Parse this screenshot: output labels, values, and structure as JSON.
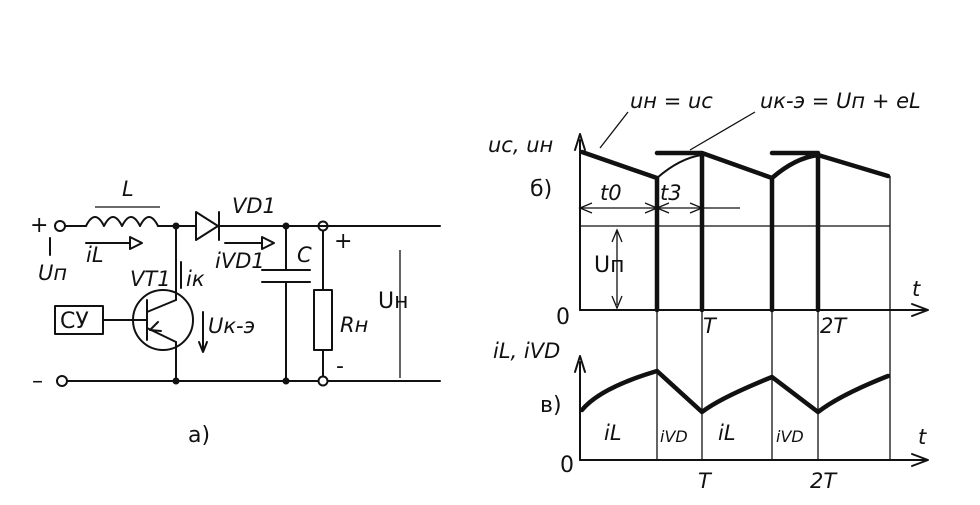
{
  "circuit": {
    "plus_terminal": "+",
    "minus_terminal": "–",
    "supply_label": "Uп",
    "inductor_label": "L",
    "inductor_current": "iL",
    "transistor_label": "VT1",
    "collector_current": "iк",
    "ce_voltage": "Uк-э",
    "control_block": "СУ",
    "diode_label": "VD1",
    "diode_current": "iVD1",
    "capacitor_label": "C",
    "output_plus": "+",
    "output_minus": "-",
    "load_label": "Rн",
    "output_voltage": "Uн",
    "caption": "а)"
  },
  "voltage_plot": {
    "caption": "б)",
    "y_axis_label": "uc, uн",
    "x_axis_label": "t",
    "origin_label": "0",
    "tick_T": "T",
    "tick_2T": "2T",
    "annotation_uc": "uн = uс",
    "annotation_uke": "uк-э = Uп + eL",
    "interval_t0": "t0",
    "interval_t3": "t3",
    "supply_level": "Uп"
  },
  "current_plot": {
    "caption": "в)",
    "y_axis_label": "iL, iVD",
    "x_axis_label": "t",
    "origin_label": "0",
    "tick_T": "T",
    "tick_2T": "2T",
    "region_labels": [
      "iL",
      "iVD",
      "iL",
      "iVD"
    ]
  }
}
